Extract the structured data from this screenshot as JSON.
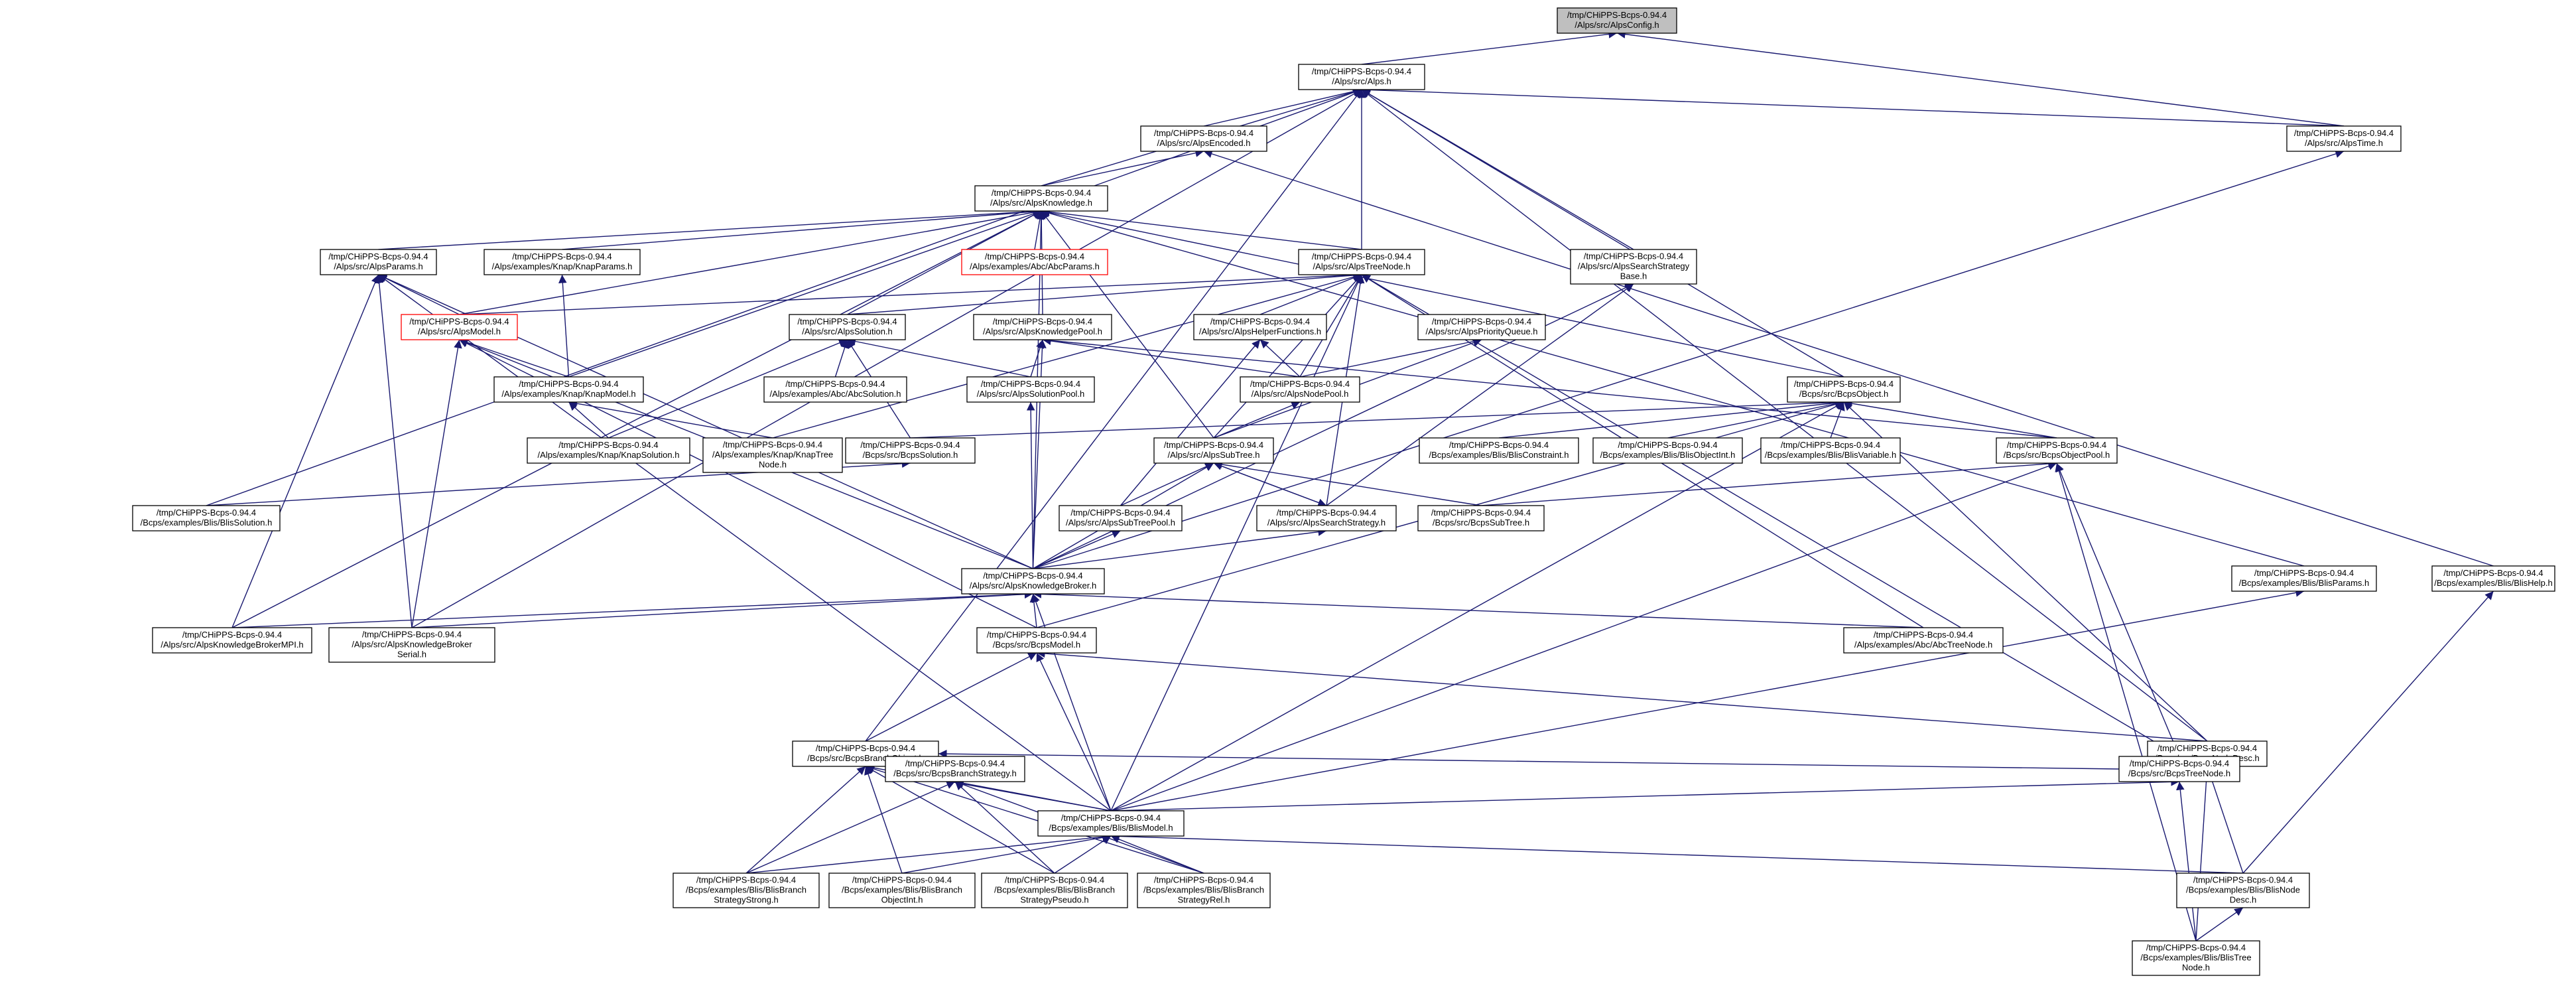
{
  "graph": {
    "type": "include-dependency-graph",
    "colors": {
      "edge": "#191970",
      "node_fill": "#ffffff",
      "node_border": "#000000",
      "root_fill": "#bfbfbf",
      "missing_border": "#ff0000"
    },
    "nodes": [
      {
        "id": "config",
        "lines": [
          "/tmp/CHiPPS-Bcps-0.94.4",
          "/Alps/src/AlpsConfig.h"
        ],
        "style": "root"
      },
      {
        "id": "alps",
        "lines": [
          "/tmp/CHiPPS-Bcps-0.94.4",
          "/Alps/src/Alps.h"
        ]
      },
      {
        "id": "encoded",
        "lines": [
          "/tmp/CHiPPS-Bcps-0.94.4",
          "/Alps/src/AlpsEncoded.h"
        ]
      },
      {
        "id": "time",
        "lines": [
          "/tmp/CHiPPS-Bcps-0.94.4",
          "/Alps/src/AlpsTime.h"
        ]
      },
      {
        "id": "knowledge",
        "lines": [
          "/tmp/CHiPPS-Bcps-0.94.4",
          "/Alps/src/AlpsKnowledge.h"
        ]
      },
      {
        "id": "params",
        "lines": [
          "/tmp/CHiPPS-Bcps-0.94.4",
          "/Alps/src/AlpsParams.h"
        ]
      },
      {
        "id": "knapparams",
        "lines": [
          "/tmp/CHiPPS-Bcps-0.94.4",
          "/Alps/examples/Knap/KnapParams.h"
        ]
      },
      {
        "id": "abcparams",
        "lines": [
          "/tmp/CHiPPS-Bcps-0.94.4",
          "/Alps/examples/Abc/AbcParams.h"
        ],
        "style": "red"
      },
      {
        "id": "treenode",
        "lines": [
          "/tmp/CHiPPS-Bcps-0.94.4",
          "/Alps/src/AlpsTreeNode.h"
        ]
      },
      {
        "id": "searchstrat",
        "lines": [
          "/tmp/CHiPPS-Bcps-0.94.4",
          "/Alps/src/AlpsSearchStrategy",
          "Base.h"
        ]
      },
      {
        "id": "model",
        "lines": [
          "/tmp/CHiPPS-Bcps-0.94.4",
          "/Alps/src/AlpsModel.h"
        ],
        "style": "red"
      },
      {
        "id": "solution",
        "lines": [
          "/tmp/CHiPPS-Bcps-0.94.4",
          "/Alps/src/AlpsSolution.h"
        ]
      },
      {
        "id": "knowpool",
        "lines": [
          "/tmp/CHiPPS-Bcps-0.94.4",
          "/Alps/src/AlpsKnowledgePool.h"
        ]
      },
      {
        "id": "helper",
        "lines": [
          "/tmp/CHiPPS-Bcps-0.94.4",
          "/Alps/src/AlpsHelperFunctions.h"
        ]
      },
      {
        "id": "prioq",
        "lines": [
          "/tmp/CHiPPS-Bcps-0.94.4",
          "/Alps/src/AlpsPriorityQueue.h"
        ]
      },
      {
        "id": "knapmodel",
        "lines": [
          "/tmp/CHiPPS-Bcps-0.94.4",
          "/Alps/examples/Knap/KnapModel.h"
        ]
      },
      {
        "id": "abcsolution",
        "lines": [
          "/tmp/CHiPPS-Bcps-0.94.4",
          "/Alps/examples/Abc/AbcSolution.h"
        ]
      },
      {
        "id": "solpool",
        "lines": [
          "/tmp/CHiPPS-Bcps-0.94.4",
          "/Alps/src/AlpsSolutionPool.h"
        ]
      },
      {
        "id": "nodepool",
        "lines": [
          "/tmp/CHiPPS-Bcps-0.94.4",
          "/Alps/src/AlpsNodePool.h"
        ]
      },
      {
        "id": "bcpsobject",
        "lines": [
          "/tmp/CHiPPS-Bcps-0.94.4",
          "/Bcps/src/BcpsObject.h"
        ]
      },
      {
        "id": "knapsolution",
        "lines": [
          "/tmp/CHiPPS-Bcps-0.94.4",
          "/Alps/examples/Knap/KnapSolution.h"
        ]
      },
      {
        "id": "knaptree",
        "lines": [
          "/tmp/CHiPPS-Bcps-0.94.4",
          "/Alps/examples/Knap/KnapTree",
          "Node.h"
        ]
      },
      {
        "id": "bcpssolution",
        "lines": [
          "/tmp/CHiPPS-Bcps-0.94.4",
          "/Bcps/src/BcpsSolution.h"
        ]
      },
      {
        "id": "subtree",
        "lines": [
          "/tmp/CHiPPS-Bcps-0.94.4",
          "/Alps/src/AlpsSubTree.h"
        ]
      },
      {
        "id": "blisconstraint",
        "lines": [
          "/tmp/CHiPPS-Bcps-0.94.4",
          "/Bcps/examples/Blis/BlisConstraint.h"
        ]
      },
      {
        "id": "blisobjectint",
        "lines": [
          "/tmp/CHiPPS-Bcps-0.94.4",
          "/Bcps/examples/Blis/BlisObjectInt.h"
        ]
      },
      {
        "id": "blisvariable",
        "lines": [
          "/tmp/CHiPPS-Bcps-0.94.4",
          "/Bcps/examples/Blis/BlisVariable.h"
        ]
      },
      {
        "id": "objpool",
        "lines": [
          "/tmp/CHiPPS-Bcps-0.94.4",
          "/Bcps/src/BcpsObjectPool.h"
        ]
      },
      {
        "id": "blissolution",
        "lines": [
          "/tmp/CHiPPS-Bcps-0.94.4",
          "/Bcps/examples/Blis/BlisSolution.h"
        ]
      },
      {
        "id": "subtreepool",
        "lines": [
          "/tmp/CHiPPS-Bcps-0.94.4",
          "/Alps/src/AlpsSubTreePool.h"
        ]
      },
      {
        "id": "alpssearch",
        "lines": [
          "/tmp/CHiPPS-Bcps-0.94.4",
          "/Alps/src/AlpsSearchStrategy.h"
        ]
      },
      {
        "id": "bcpssubtree",
        "lines": [
          "/tmp/CHiPPS-Bcps-0.94.4",
          "/Bcps/src/BcpsSubTree.h"
        ]
      },
      {
        "id": "blisparams",
        "lines": [
          "/tmp/CHiPPS-Bcps-0.94.4",
          "/Bcps/examples/Blis/BlisParams.h"
        ]
      },
      {
        "id": "blishelp",
        "lines": [
          "/tmp/CHiPPS-Bcps-0.94.4",
          "/Bcps/examples/Blis/BlisHelp.h"
        ]
      },
      {
        "id": "broker",
        "lines": [
          "/tmp/CHiPPS-Bcps-0.94.4",
          "/Alps/src/AlpsKnowledgeBroker.h"
        ]
      },
      {
        "id": "brokermpi",
        "lines": [
          "/tmp/CHiPPS-Bcps-0.94.4",
          "/Alps/src/AlpsKnowledgeBrokerMPI.h"
        ]
      },
      {
        "id": "brokerserial",
        "lines": [
          "/tmp/CHiPPS-Bcps-0.94.4",
          "/Alps/src/AlpsKnowledgeBroker",
          "Serial.h"
        ]
      },
      {
        "id": "bcpsmodel",
        "lines": [
          "/tmp/CHiPPS-Bcps-0.94.4",
          "/Bcps/src/BcpsModel.h"
        ]
      },
      {
        "id": "abctreenode",
        "lines": [
          "/tmp/CHiPPS-Bcps-0.94.4",
          "/Alps/examples/Abc/AbcTreeNode.h"
        ]
      },
      {
        "id": "branchobj",
        "lines": [
          "/tmp/CHiPPS-Bcps-0.94.4",
          "/Bcps/src/BcpsBranchObject.h"
        ]
      },
      {
        "id": "nodedesc",
        "lines": [
          "/tmp/CHiPPS-Bcps-0.94.4",
          "/Bcps/src/BcpsNodeDesc.h"
        ]
      },
      {
        "id": "branchstrat",
        "lines": [
          "/tmp/CHiPPS-Bcps-0.94.4",
          "/Bcps/src/BcpsBranchStrategy.h"
        ]
      },
      {
        "id": "bcpstreenode",
        "lines": [
          "/tmp/CHiPPS-Bcps-0.94.4",
          "/Bcps/src/BcpsTreeNode.h"
        ]
      },
      {
        "id": "blismodel",
        "lines": [
          "/tmp/CHiPPS-Bcps-0.94.4",
          "/Bcps/examples/Blis/BlisModel.h"
        ]
      },
      {
        "id": "strong",
        "lines": [
          "/tmp/CHiPPS-Bcps-0.94.4",
          "/Bcps/examples/Blis/BlisBranch",
          "StrategyStrong.h"
        ]
      },
      {
        "id": "objint",
        "lines": [
          "/tmp/CHiPPS-Bcps-0.94.4",
          "/Bcps/examples/Blis/BlisBranch",
          "ObjectInt.h"
        ]
      },
      {
        "id": "pseudo",
        "lines": [
          "/tmp/CHiPPS-Bcps-0.94.4",
          "/Bcps/examples/Blis/BlisBranch",
          "StrategyPseudo.h"
        ]
      },
      {
        "id": "rel",
        "lines": [
          "/tmp/CHiPPS-Bcps-0.94.4",
          "/Bcps/examples/Blis/BlisBranch",
          "StrategyRel.h"
        ]
      },
      {
        "id": "blisnodedesc",
        "lines": [
          "/tmp/CHiPPS-Bcps-0.94.4",
          "/Bcps/examples/Blis/BlisNode",
          "Desc.h"
        ]
      },
      {
        "id": "blistreenode",
        "lines": [
          "/tmp/CHiPPS-Bcps-0.94.4",
          "/Bcps/examples/Blis/BlisTree",
          "Node.h"
        ]
      }
    ],
    "edges": [
      [
        "alps",
        "config"
      ],
      [
        "time",
        "config"
      ],
      [
        "encoded",
        "alps"
      ],
      [
        "time",
        "alps"
      ],
      [
        "knowledge",
        "alps"
      ],
      [
        "treenode",
        "alps"
      ],
      [
        "searchstrat",
        "alps"
      ],
      [
        "bcpsobject",
        "alps"
      ],
      [
        "blissolution",
        "alps"
      ],
      [
        "brokerserial",
        "alps"
      ],
      [
        "branchobj",
        "alps"
      ],
      [
        "nodedesc",
        "alps"
      ],
      [
        "knowledge",
        "encoded"
      ],
      [
        "blishelp",
        "encoded"
      ],
      [
        "broker",
        "time"
      ],
      [
        "params",
        "knowledge"
      ],
      [
        "knapparams",
        "knowledge"
      ],
      [
        "abcparams",
        "knowledge"
      ],
      [
        "treenode",
        "knowledge"
      ],
      [
        "model",
        "knowledge"
      ],
      [
        "solution",
        "knowledge"
      ],
      [
        "knowpool",
        "knowledge"
      ],
      [
        "knapmodel",
        "knowledge"
      ],
      [
        "subtree",
        "knowledge"
      ],
      [
        "bcpsobject",
        "knowledge"
      ],
      [
        "brokermpi",
        "knowledge"
      ],
      [
        "broker",
        "knowledge"
      ],
      [
        "blisparams",
        "knowledge"
      ],
      [
        "model",
        "params"
      ],
      [
        "brokermpi",
        "params"
      ],
      [
        "brokerserial",
        "params"
      ],
      [
        "broker",
        "params"
      ],
      [
        "blismodel",
        "params"
      ],
      [
        "knapmodel",
        "knapparams"
      ],
      [
        "model",
        "treenode"
      ],
      [
        "solution",
        "treenode"
      ],
      [
        "helper",
        "treenode"
      ],
      [
        "nodepool",
        "treenode"
      ],
      [
        "subtree",
        "treenode"
      ],
      [
        "knaptree",
        "treenode"
      ],
      [
        "alpssearch",
        "treenode"
      ],
      [
        "bcpstreenode",
        "treenode"
      ],
      [
        "abctreenode",
        "treenode"
      ],
      [
        "blismodel",
        "treenode"
      ],
      [
        "alpssearch",
        "searchstrat"
      ],
      [
        "broker",
        "searchstrat"
      ],
      [
        "knapmodel",
        "model"
      ],
      [
        "brokerserial",
        "model"
      ],
      [
        "broker",
        "model"
      ],
      [
        "bcpsmodel",
        "model"
      ],
      [
        "abcsolution",
        "solution"
      ],
      [
        "solpool",
        "solution"
      ],
      [
        "knapsolution",
        "solution"
      ],
      [
        "bcpssolution",
        "solution"
      ],
      [
        "solpool",
        "knowpool"
      ],
      [
        "nodepool",
        "knowpool"
      ],
      [
        "broker",
        "knowpool"
      ],
      [
        "objpool",
        "knowpool"
      ],
      [
        "nodepool",
        "helper"
      ],
      [
        "subtreepool",
        "helper"
      ],
      [
        "nodepool",
        "prioq"
      ],
      [
        "subtree",
        "prioq"
      ],
      [
        "knapsolution",
        "knapmodel"
      ],
      [
        "knaptree",
        "knapmodel"
      ],
      [
        "broker",
        "solpool"
      ],
      [
        "subtree",
        "nodepool"
      ],
      [
        "blisconstraint",
        "bcpsobject"
      ],
      [
        "blisobjectint",
        "bcpsobject"
      ],
      [
        "blisvariable",
        "bcpsobject"
      ],
      [
        "objpool",
        "bcpsobject"
      ],
      [
        "bcpssolution",
        "bcpsobject"
      ],
      [
        "bcpsmodel",
        "bcpsobject"
      ],
      [
        "nodedesc",
        "bcpsobject"
      ],
      [
        "blismodel",
        "bcpsobject"
      ],
      [
        "blissolution",
        "bcpssolution"
      ],
      [
        "subtreepool",
        "subtree"
      ],
      [
        "alpssearch",
        "subtree"
      ],
      [
        "bcpssubtree",
        "subtree"
      ],
      [
        "broker",
        "subtree"
      ],
      [
        "bcpssubtree",
        "objpool"
      ],
      [
        "blismodel",
        "objpool"
      ],
      [
        "bcpstreenode",
        "objpool"
      ],
      [
        "blistreenode",
        "objpool"
      ],
      [
        "broker",
        "subtreepool"
      ],
      [
        "broker",
        "alpssearch"
      ],
      [
        "subtree",
        "alpssearch"
      ],
      [
        "blismodel",
        "blisparams"
      ],
      [
        "blisnodedesc",
        "blishelp"
      ],
      [
        "brokermpi",
        "broker"
      ],
      [
        "brokerserial",
        "broker"
      ],
      [
        "bcpsmodel",
        "broker"
      ],
      [
        "abctreenode",
        "broker"
      ],
      [
        "blismodel",
        "broker"
      ],
      [
        "branchobj",
        "bcpsmodel"
      ],
      [
        "blismodel",
        "bcpsmodel"
      ],
      [
        "nodedesc",
        "bcpsmodel"
      ],
      [
        "bcpstreenode",
        "branchobj"
      ],
      [
        "strong",
        "branchobj"
      ],
      [
        "objint",
        "branchobj"
      ],
      [
        "pseudo",
        "branchobj"
      ],
      [
        "rel",
        "branchobj"
      ],
      [
        "blismodel",
        "branchobj"
      ],
      [
        "bcpstreenode",
        "nodedesc"
      ],
      [
        "blisnodedesc",
        "nodedesc"
      ],
      [
        "blistreenode",
        "nodedesc"
      ],
      [
        "blismodel",
        "branchstrat"
      ],
      [
        "strong",
        "branchstrat"
      ],
      [
        "pseudo",
        "branchstrat"
      ],
      [
        "rel",
        "branchstrat"
      ],
      [
        "blismodel",
        "bcpstreenode"
      ],
      [
        "blistreenode",
        "bcpstreenode"
      ],
      [
        "strong",
        "blismodel"
      ],
      [
        "objint",
        "blismodel"
      ],
      [
        "pseudo",
        "blismodel"
      ],
      [
        "rel",
        "blismodel"
      ],
      [
        "blisnodedesc",
        "blismodel"
      ],
      [
        "blistreenode",
        "blisnodedesc"
      ]
    ]
  }
}
